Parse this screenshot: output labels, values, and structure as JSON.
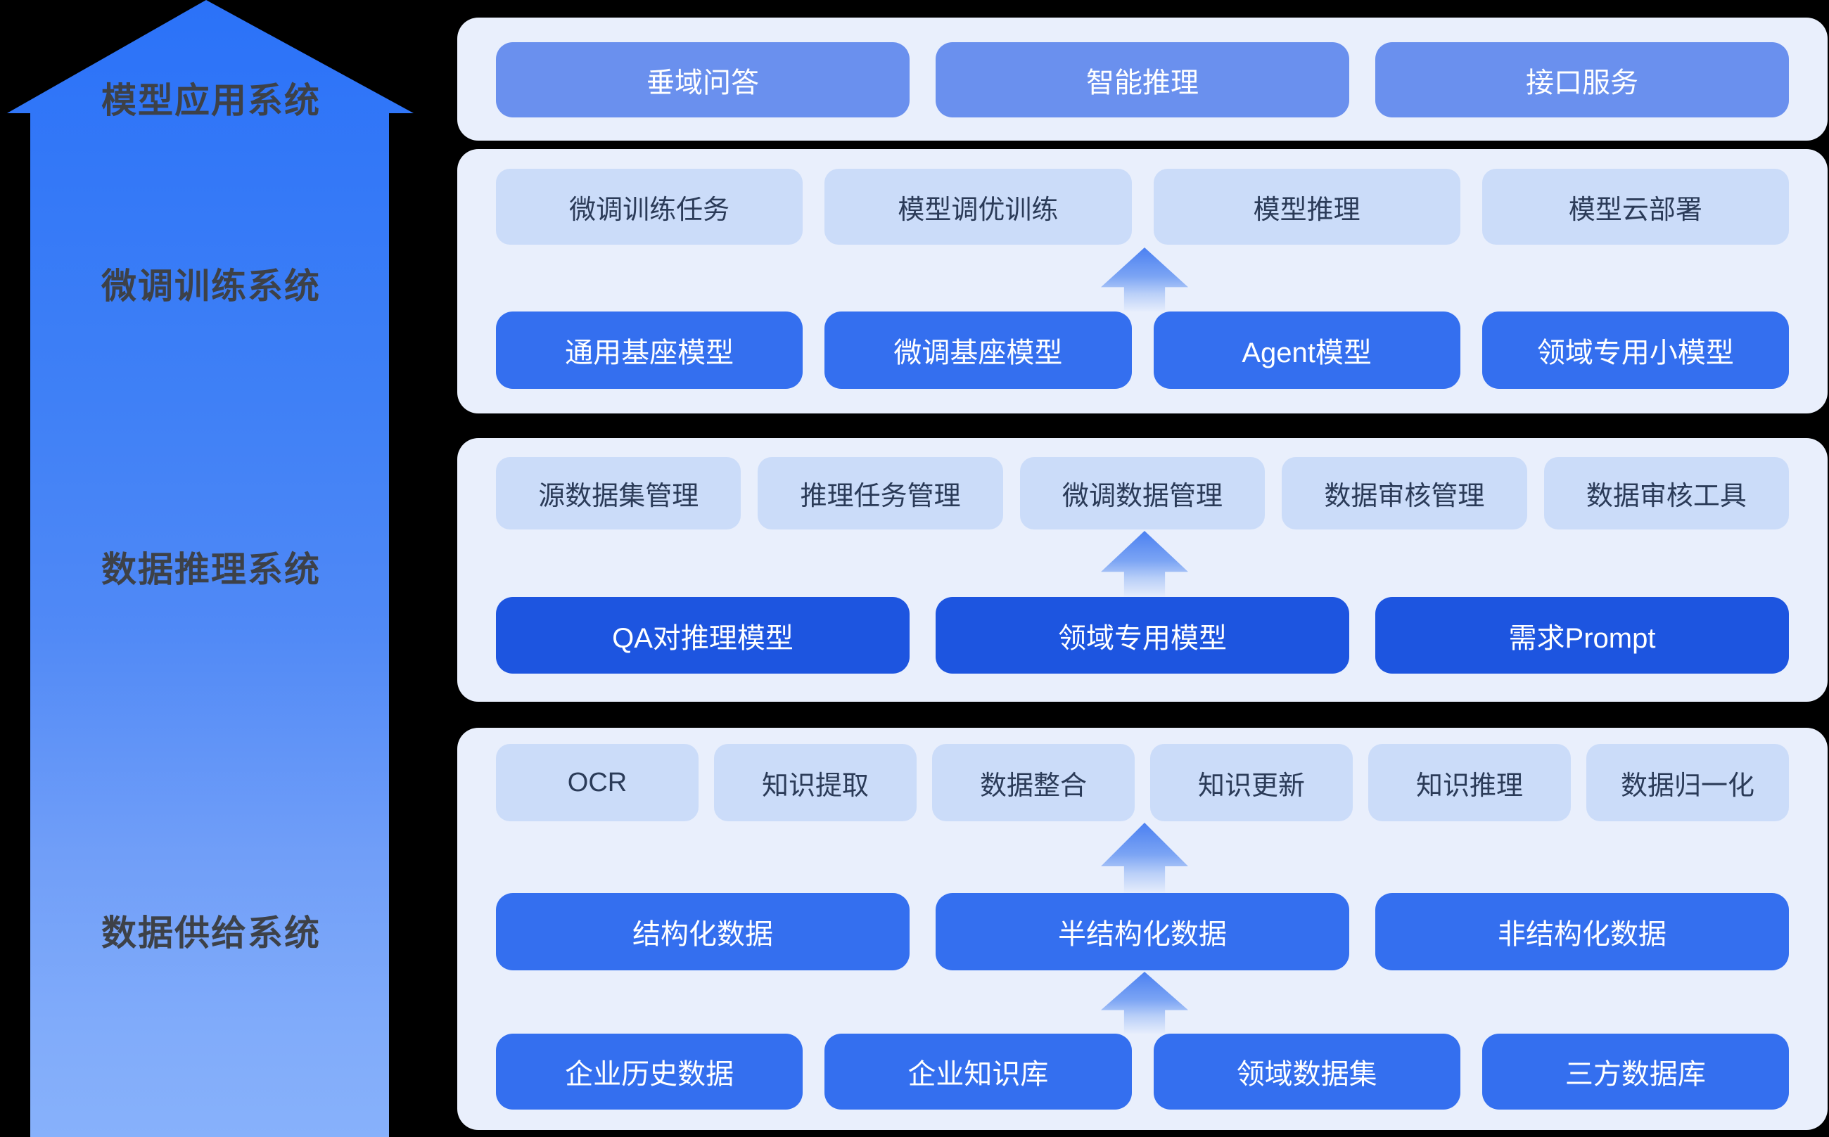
{
  "colors": {
    "background": "#000000",
    "arrow_gradient_top": "#2B72F8",
    "arrow_gradient_bottom": "#87B1FB",
    "panel_background": "#E9EFFC",
    "node_light": "#CBDCF9",
    "node_light_text": "#2B3B58",
    "node_medium": "#6A90EE",
    "node_strong": "#346FEF",
    "node_deep": "#1D55E0",
    "layer_label_text": "#3D4148"
  },
  "sidebar": {
    "labels": [
      "模型应用系统",
      "微调训练系统",
      "数据推理系统",
      "数据供给系统"
    ]
  },
  "panels": [
    {
      "id": "model-application-system",
      "rows": [
        {
          "variant": "medium",
          "items": [
            "垂域问答",
            "智能推理",
            "接口服务"
          ]
        }
      ]
    },
    {
      "id": "finetune-training-system",
      "rows": [
        {
          "variant": "light",
          "items": [
            "微调训练任务",
            "模型调优训练",
            "模型推理",
            "模型云部署"
          ]
        },
        {
          "variant": "strong",
          "items": [
            "通用基座模型",
            "微调基座模型",
            "Agent模型",
            "领域专用小模型"
          ]
        }
      ]
    },
    {
      "id": "data-inference-system",
      "rows": [
        {
          "variant": "light",
          "items": [
            "源数据集管理",
            "推理任务管理",
            "微调数据管理",
            "数据审核管理",
            "数据审核工具"
          ]
        },
        {
          "variant": "deep",
          "items": [
            "QA对推理模型",
            "领域专用模型",
            "需求Prompt"
          ]
        }
      ]
    },
    {
      "id": "data-supply-system",
      "rows": [
        {
          "variant": "light",
          "items": [
            "OCR",
            "知识提取",
            "数据整合",
            "知识更新",
            "知识推理",
            "数据归一化"
          ]
        },
        {
          "variant": "strong",
          "items": [
            "结构化数据",
            "半结构化数据",
            "非结构化数据"
          ]
        },
        {
          "variant": "strong",
          "items": [
            "企业历史数据",
            "企业知识库",
            "领域数据集",
            "三方数据库"
          ]
        }
      ]
    }
  ]
}
